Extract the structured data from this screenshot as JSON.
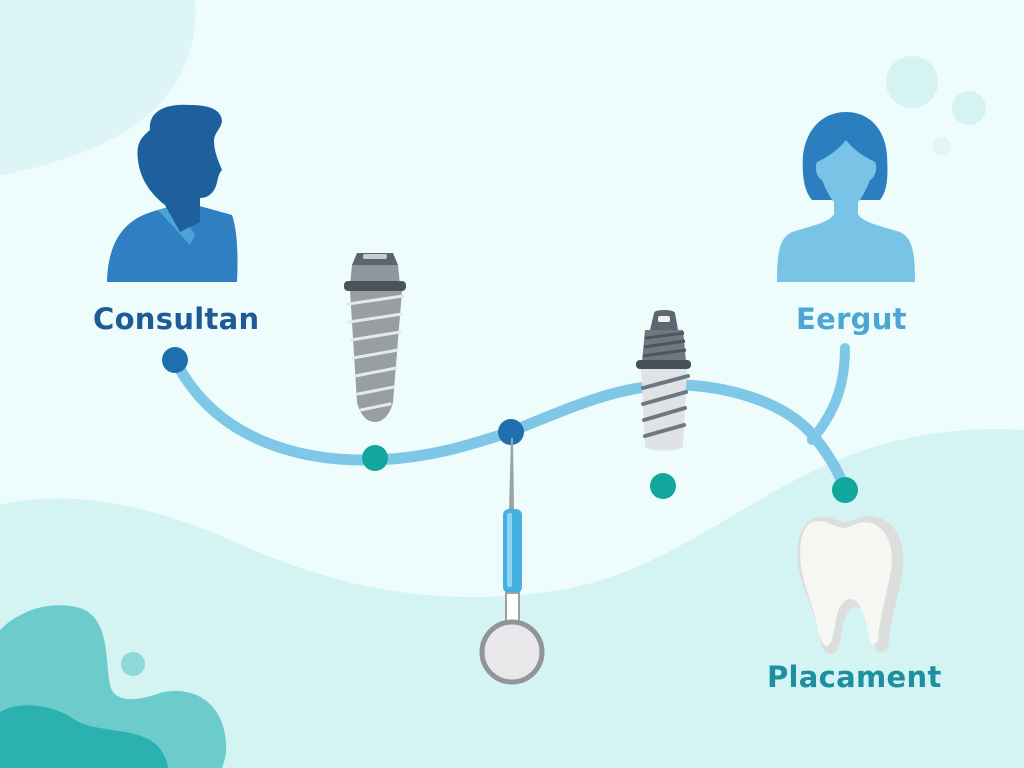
{
  "diagram": {
    "type": "dental-implant-process-flow",
    "colors": {
      "background": "#eefcfc",
      "wave_light": "#d3f4f2",
      "blob_teal_light": "#6ccccc",
      "blob_teal_dark": "#2bb1b0",
      "path_line": "#7fc7e6",
      "node_blue": "#1f6fad",
      "node_teal": "#12a79c",
      "consultant_label": "#1d5a96",
      "expert_label": "#4aa6d4",
      "placement_label": "#1e8fa0"
    },
    "nodes": [
      {
        "id": "consultant",
        "label": "Consultan",
        "icon": "male-person-icon"
      },
      {
        "id": "implant-1",
        "label": "",
        "icon": "dental-implant-screw-icon"
      },
      {
        "id": "probe",
        "label": "",
        "icon": "dental-mirror-probe-icon"
      },
      {
        "id": "implant-2",
        "label": "",
        "icon": "dental-implant-abutment-icon"
      },
      {
        "id": "expert",
        "label": "Eergut",
        "icon": "female-person-icon"
      },
      {
        "id": "placement",
        "label": "Placament",
        "icon": "tooth-icon"
      }
    ],
    "labels": {
      "consultant": "Consultan",
      "expert": "Eergut",
      "placement": "Placament"
    }
  }
}
